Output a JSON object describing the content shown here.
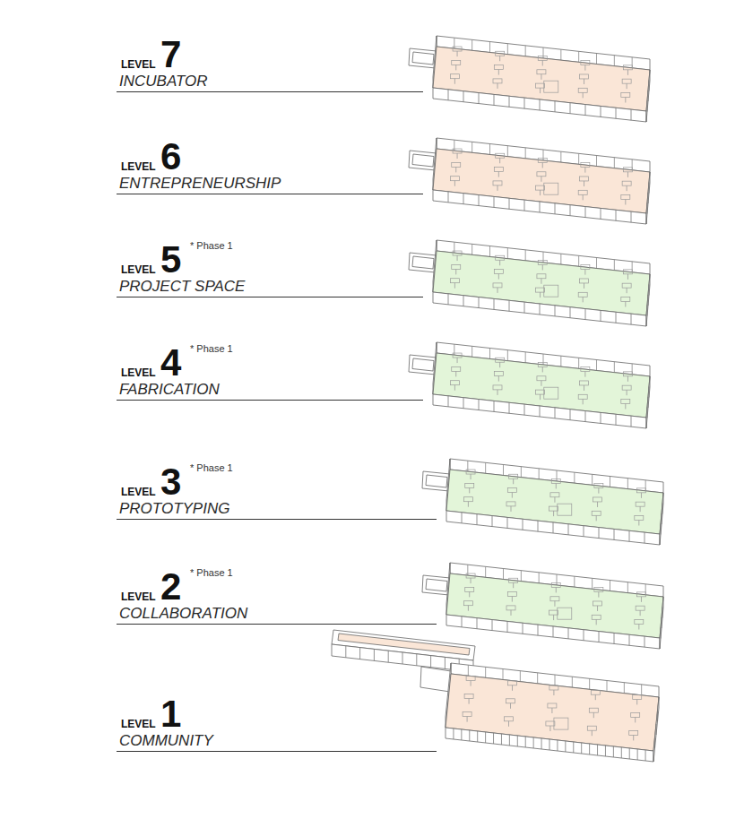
{
  "diagram": {
    "labels": [
      "LEVEL",
      "7",
      "INCUBATOR",
      "LEVEL",
      "6",
      "ENTREPRENEURSHIP",
      "* Phase 1",
      "LEVEL",
      "5",
      "PROJECT SPACE",
      "* Phase 1",
      "LEVEL",
      "4",
      "FABRICATION",
      "* Phase 1",
      "LEVEL",
      "3",
      "PROTOTYPING",
      "* Phase 1",
      "LEVEL",
      "2",
      "COLLABORATION",
      "LEVEL",
      "1",
      "COMMUNITY"
    ]
  }
}
